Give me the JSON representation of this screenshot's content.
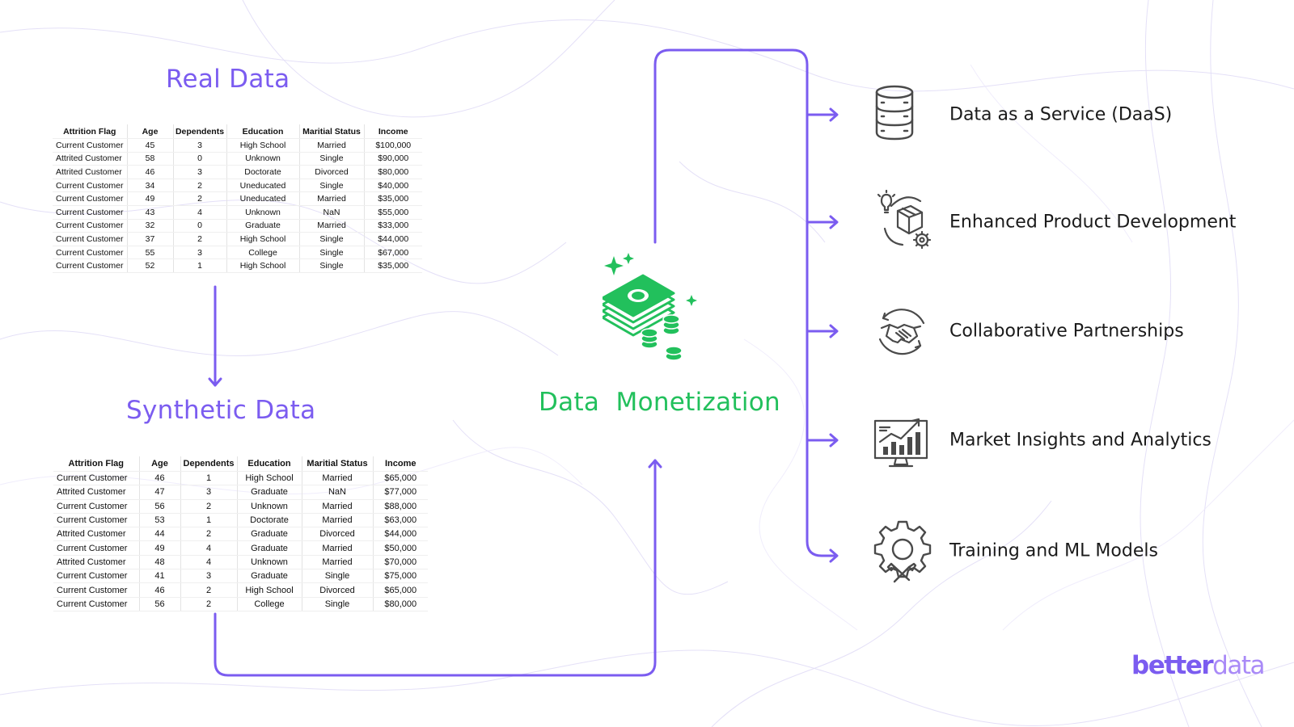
{
  "real_data": {
    "title": "Real Data",
    "columns": [
      "Attrition Flag",
      "Age",
      "Dependents",
      "Education",
      "Maritial Status",
      "Income"
    ],
    "rows": [
      [
        "Current Customer",
        "45",
        "3",
        "High School",
        "Married",
        "$100,000"
      ],
      [
        "Attrited Customer",
        "58",
        "0",
        "Unknown",
        "Single",
        "$90,000"
      ],
      [
        "Attrited Customer",
        "46",
        "3",
        "Doctorate",
        "Divorced",
        "$80,000"
      ],
      [
        "Current Customer",
        "34",
        "2",
        "Uneducated",
        "Single",
        "$40,000"
      ],
      [
        "Current Customer",
        "49",
        "2",
        "Uneducated",
        "Married",
        "$35,000"
      ],
      [
        "Current Customer",
        "43",
        "4",
        "Unknown",
        "NaN",
        "$55,000"
      ],
      [
        "Current Customer",
        "32",
        "0",
        "Graduate",
        "Married",
        "$33,000"
      ],
      [
        "Current Customer",
        "37",
        "2",
        "High School",
        "Single",
        "$44,000"
      ],
      [
        "Current Customer",
        "55",
        "3",
        "College",
        "Single",
        "$67,000"
      ],
      [
        "Current Customer",
        "52",
        "1",
        "High School",
        "Single",
        "$35,000"
      ]
    ]
  },
  "synthetic_data": {
    "title": "Synthetic Data",
    "columns": [
      "Attrition Flag",
      "Age",
      "Dependents",
      "Education",
      "Maritial Status",
      "Income"
    ],
    "rows": [
      [
        "Current Customer",
        "46",
        "1",
        "High School",
        "Married",
        "$65,000"
      ],
      [
        "Attrited Customer",
        "47",
        "3",
        "Graduate",
        "NaN",
        "$77,000"
      ],
      [
        "Current Customer",
        "56",
        "2",
        "Unknown",
        "Married",
        "$88,000"
      ],
      [
        "Current Customer",
        "53",
        "1",
        "Doctorate",
        "Married",
        "$63,000"
      ],
      [
        "Attrited Customer",
        "44",
        "2",
        "Graduate",
        "Divorced",
        "$44,000"
      ],
      [
        "Current Customer",
        "49",
        "4",
        "Graduate",
        "Married",
        "$50,000"
      ],
      [
        "Attrited Customer",
        "48",
        "4",
        "Unknown",
        "Married",
        "$70,000"
      ],
      [
        "Current Customer",
        "41",
        "3",
        "Graduate",
        "Single",
        "$75,000"
      ],
      [
        "Current Customer",
        "46",
        "2",
        "High School",
        "Divorced",
        "$65,000"
      ],
      [
        "Current Customer",
        "56",
        "2",
        "College",
        "Single",
        "$80,000"
      ]
    ]
  },
  "monetization": {
    "title": "Data  Monetization",
    "icon": "money-stack-icon"
  },
  "use_cases": [
    {
      "label": "Data as a Service (DaaS)",
      "icon": "database-icon"
    },
    {
      "label": "Enhanced Product Development",
      "icon": "product-development-icon"
    },
    {
      "label": "Collaborative Partnerships",
      "icon": "handshake-icon"
    },
    {
      "label": "Market Insights and Analytics",
      "icon": "analytics-monitor-icon"
    },
    {
      "label": "Training and ML Models",
      "icon": "gear-wrench-icon"
    }
  ],
  "brand": {
    "part1": "better",
    "part2": "data"
  },
  "colors": {
    "accent_purple": "#7b5cf0",
    "monetization_green": "#22c05c",
    "icon_gray": "#4a4a4a",
    "background_lines": "#d8d2f5"
  }
}
